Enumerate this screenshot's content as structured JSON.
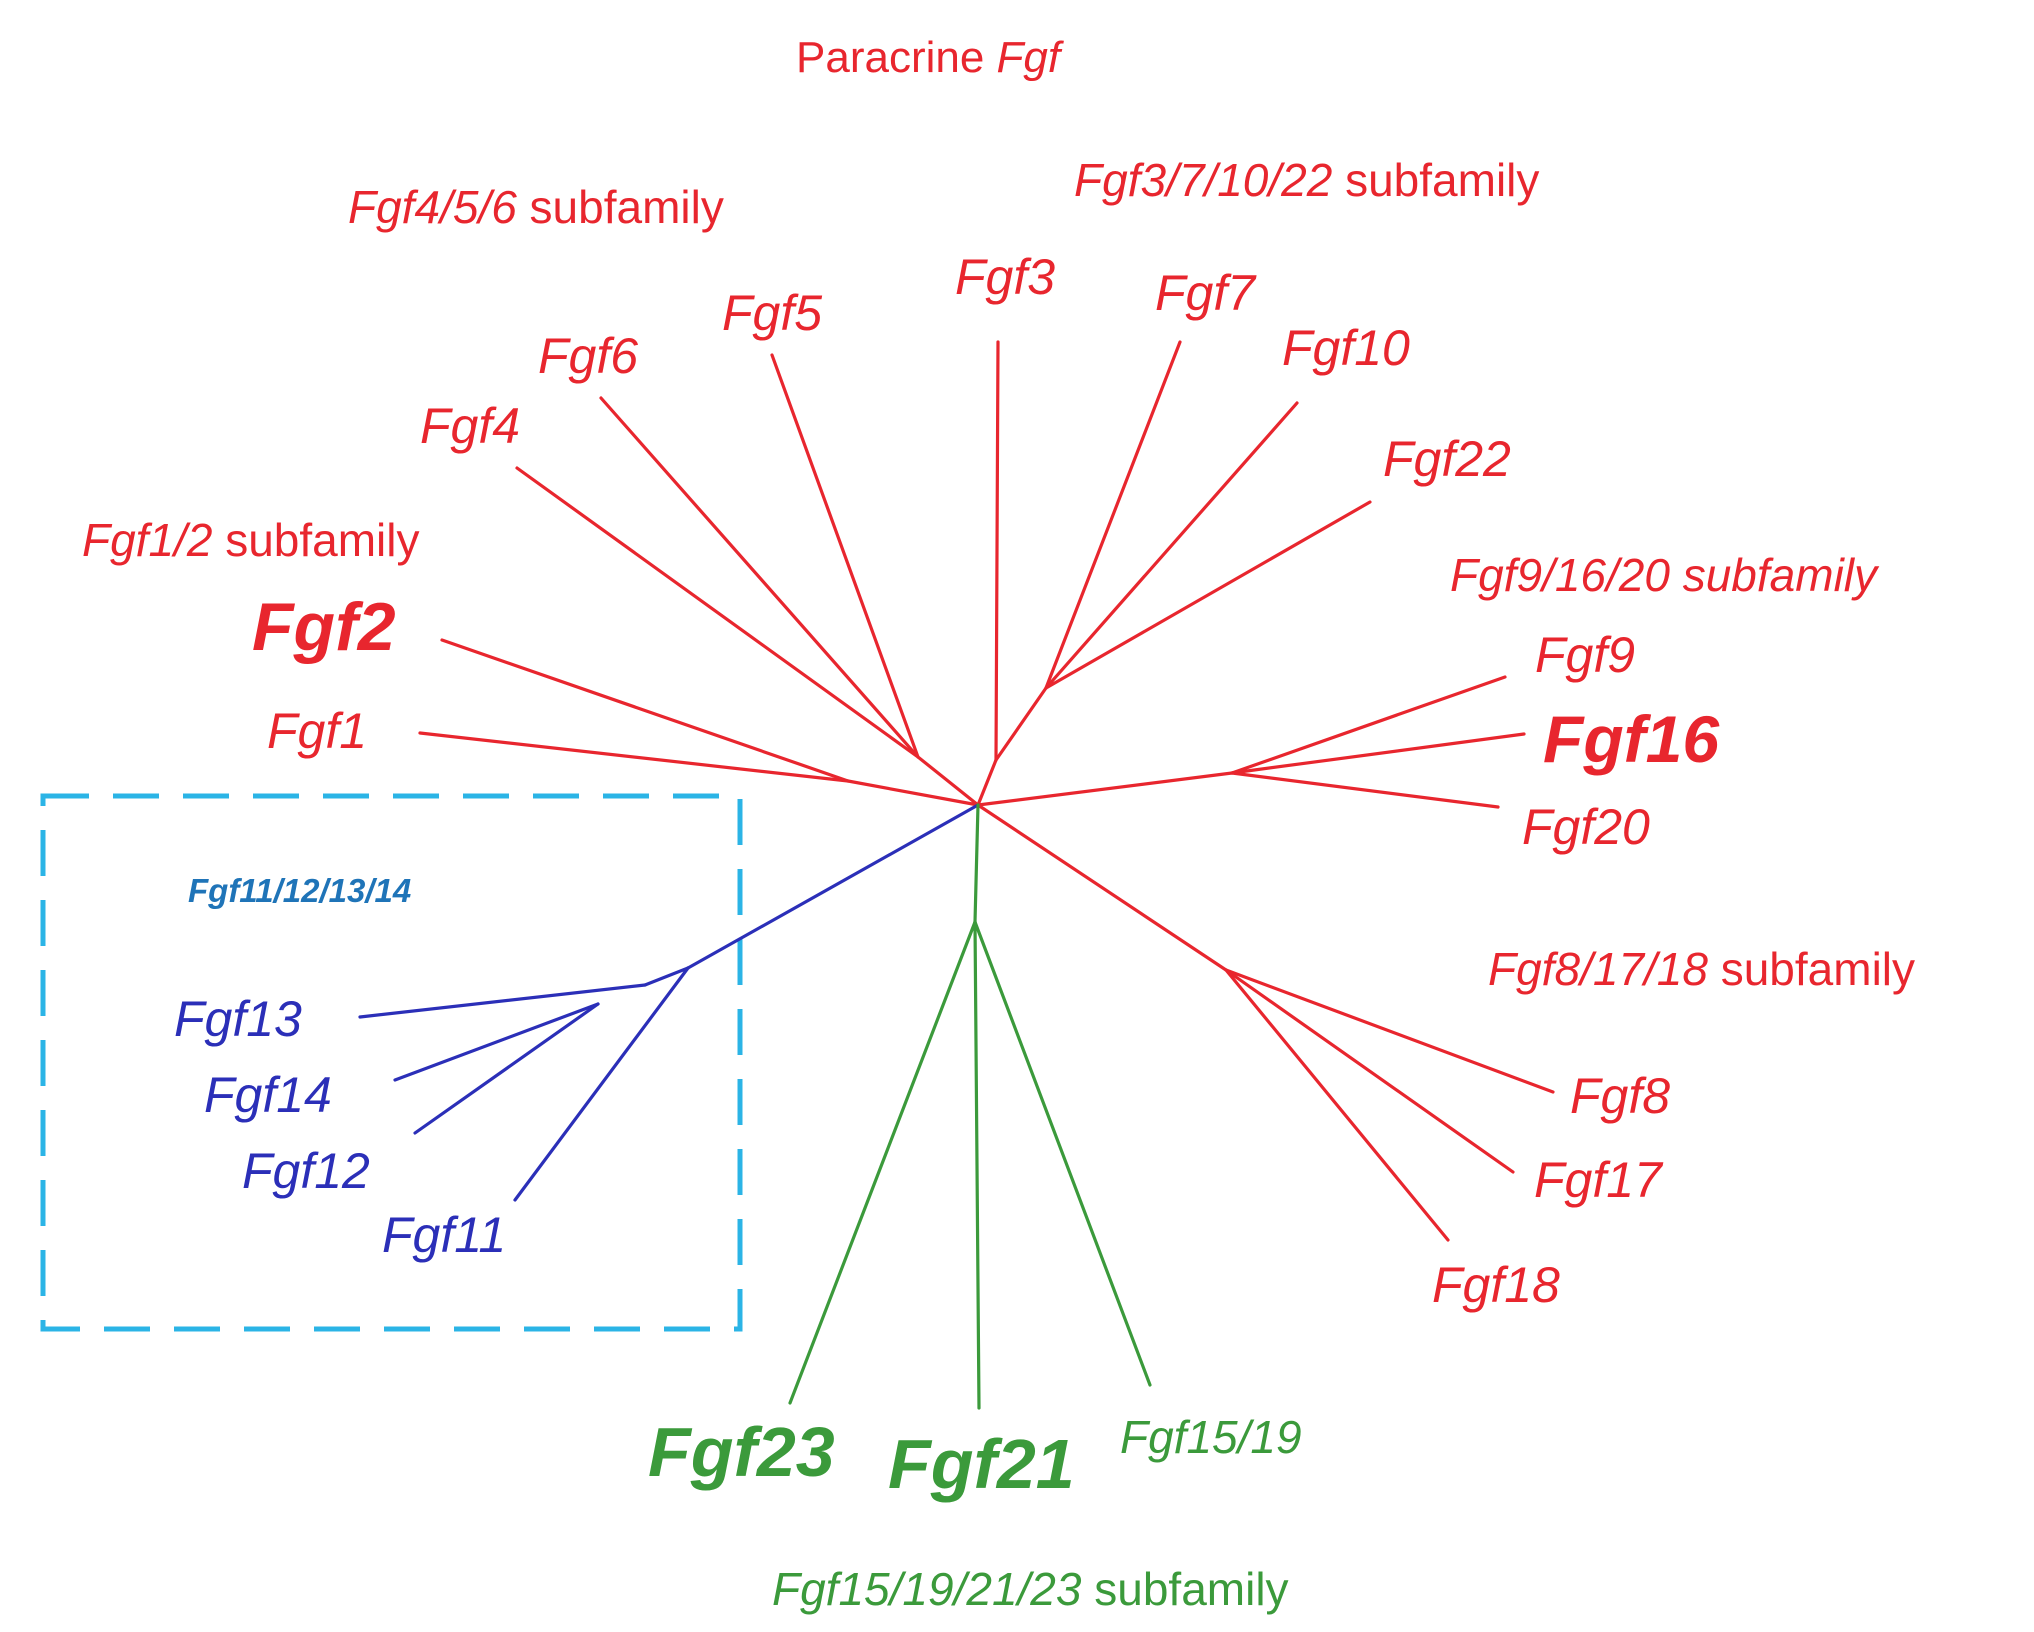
{
  "colors": {
    "paracrine": "#e8262e",
    "intracellular": "#2b2fb8",
    "endocrine": "#3b9a3b",
    "box": "#2bb4e6",
    "box_label": "#1f74b8"
  },
  "headers": {
    "paracrine_prefix": "Paracrine ",
    "paracrine_gene": "Fgf"
  },
  "subfamilies": {
    "fgf4_5_6_gene": "Fgf4/5/6",
    "fgf3_7_10_22_gene": "Fgf3/7/10/22",
    "fgf1_2_gene": "Fgf1/2",
    "fgf9_16_20": "Fgf9/16/20 subfamily",
    "fgf8_17_18_gene": "Fgf8/17/18",
    "fgf15_19_21_23_gene": "Fgf15/19/21/23",
    "suffix": " subfamily",
    "intracellular_box": "Fgf11/12/13/14"
  },
  "genes": {
    "fgf1": "Fgf1",
    "fgf2": "Fgf2",
    "fgf3": "Fgf3",
    "fgf4": "Fgf4",
    "fgf5": "Fgf5",
    "fgf6": "Fgf6",
    "fgf7": "Fgf7",
    "fgf8": "Fgf8",
    "fgf9": "Fgf9",
    "fgf10": "Fgf10",
    "fgf11": "Fgf11",
    "fgf12": "Fgf12",
    "fgf13": "Fgf13",
    "fgf14": "Fgf14",
    "fgf15_19": "Fgf15/19",
    "fgf16": "Fgf16",
    "fgf17": "Fgf17",
    "fgf18": "Fgf18",
    "fgf20": "Fgf20",
    "fgf21": "Fgf21",
    "fgf22": "Fgf22",
    "fgf23": "Fgf23"
  }
}
